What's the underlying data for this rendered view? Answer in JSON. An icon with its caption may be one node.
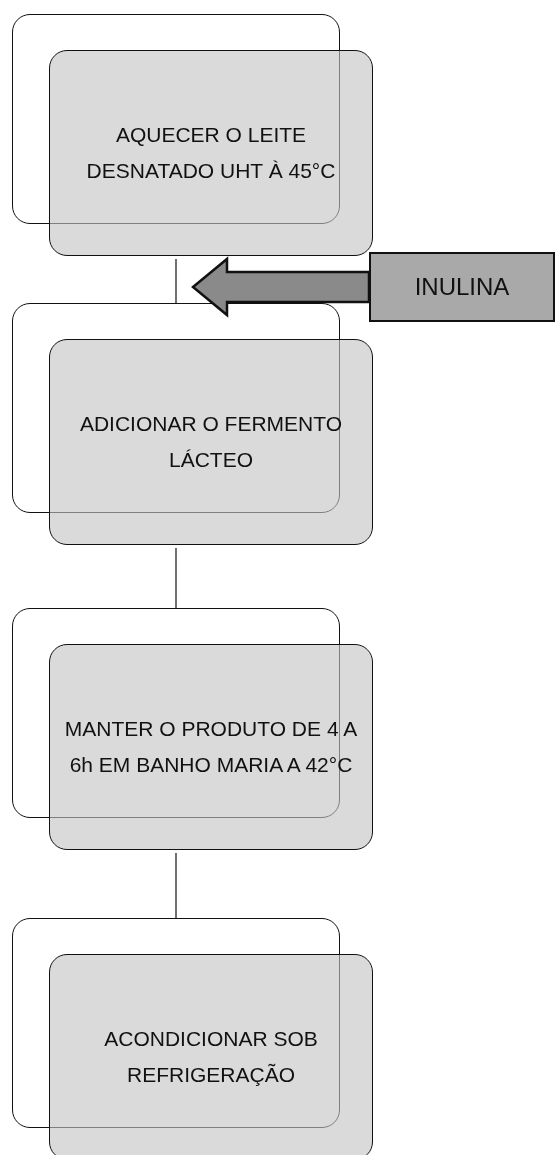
{
  "diagram": {
    "nodes": [
      {
        "text": [
          "AQUECER O LEITE DESNATADO UHT À 45°C"
        ]
      },
      {
        "text": [
          "ADICIONAR O FERMENTO LÁCTEO"
        ]
      },
      {
        "text": [
          "MANTER O PRODUTO DE 4 A 6h EM BANHO MARIA A 42°C"
        ]
      },
      {
        "text": [
          "ACONDICIONAR SOB REFRIGERAÇÃO"
        ]
      },
      {
        "text": [
          "INULINA"
        ]
      }
    ],
    "edges": [
      {
        "from": 0,
        "to": 1,
        "arrow": "none"
      },
      {
        "from": 1,
        "to": 2,
        "arrow": "none"
      },
      {
        "from": 2,
        "to": 3,
        "arrow": "none"
      },
      {
        "from": 4,
        "to": null,
        "arrow": "to"
      }
    ]
  }
}
